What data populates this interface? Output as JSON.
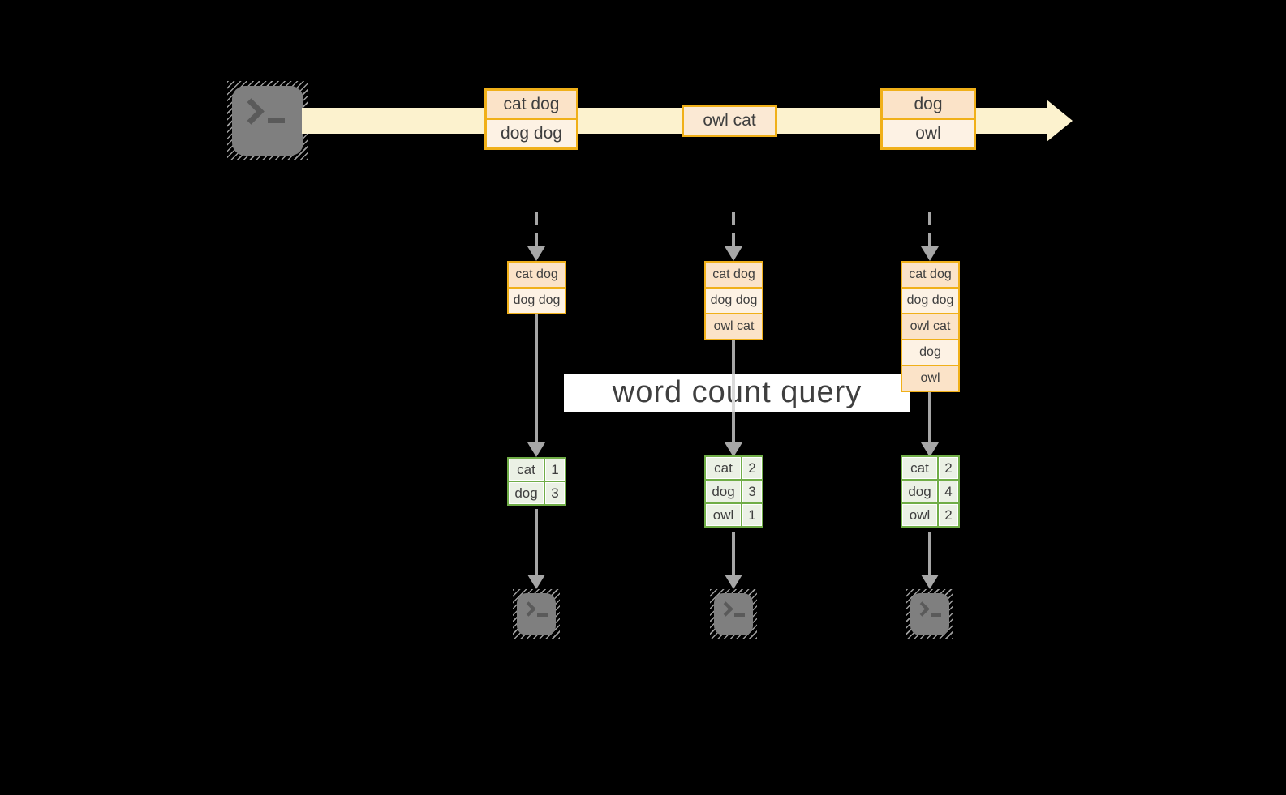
{
  "colors": {
    "background": "#000000",
    "stream_fill": "#FCF2CE",
    "gold_border": "#F0B019",
    "peach_fill": "#FBE3C8",
    "cream_fill": "#FDF2E4",
    "owl_cat_fill": "#FBE9D4",
    "green_border": "#70AD47",
    "green_fill": "#EBF1E5",
    "arrow_gray": "#A6A6A6",
    "terminal_gray": "#7F7F7F",
    "text_dark": "#3F3F3F",
    "label_bg": "#FFFFFF"
  },
  "stream": {
    "batches": [
      {
        "rows": [
          "cat dog",
          "dog dog"
        ]
      },
      {
        "rows": [
          "owl cat"
        ]
      },
      {
        "rows": [
          "dog",
          "owl"
        ]
      }
    ]
  },
  "states": [
    {
      "rows": [
        "cat dog",
        "dog dog"
      ]
    },
    {
      "rows": [
        "cat dog",
        "dog dog",
        "owl cat"
      ]
    },
    {
      "rows": [
        "cat dog",
        "dog dog",
        "owl cat",
        "dog",
        "owl"
      ]
    }
  ],
  "query": {
    "label": "word count query"
  },
  "results": [
    {
      "rows": [
        {
          "word": "cat",
          "count": "1"
        },
        {
          "word": "dog",
          "count": "3"
        }
      ]
    },
    {
      "rows": [
        {
          "word": "cat",
          "count": "2"
        },
        {
          "word": "dog",
          "count": "3"
        },
        {
          "word": "owl",
          "count": "1"
        }
      ]
    },
    {
      "rows": [
        {
          "word": "cat",
          "count": "2"
        },
        {
          "word": "dog",
          "count": "4"
        },
        {
          "word": "owl",
          "count": "2"
        }
      ]
    }
  ],
  "icons": {
    "source": "terminal-icon",
    "sinks": [
      "terminal-icon",
      "terminal-icon",
      "terminal-icon"
    ]
  }
}
